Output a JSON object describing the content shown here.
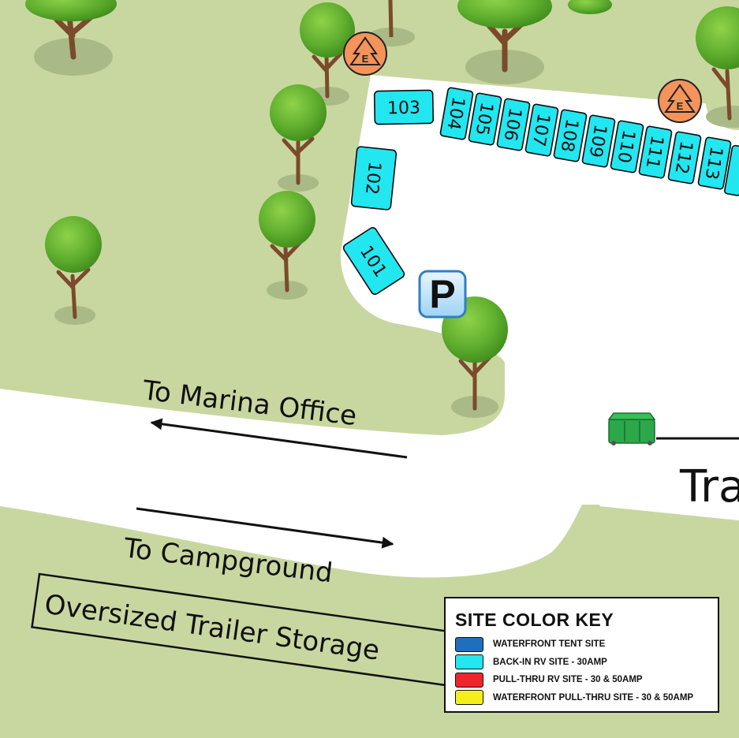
{
  "map": {
    "sites": [
      {
        "label": "101"
      },
      {
        "label": "102"
      },
      {
        "label": "103"
      },
      {
        "label": "104"
      },
      {
        "label": "105"
      },
      {
        "label": "106"
      },
      {
        "label": "107"
      },
      {
        "label": "108"
      },
      {
        "label": "109"
      },
      {
        "label": "110"
      },
      {
        "label": "111"
      },
      {
        "label": "112"
      },
      {
        "label": "113"
      }
    ],
    "parking_label": "P",
    "electric_label": "E",
    "directions": {
      "marina": "To Marina Office",
      "campground": "To Campground"
    },
    "storage_label": "Oversized Trailer Storage",
    "partial_label": "Tra"
  },
  "legend": {
    "title": "SITE COLOR KEY",
    "items": [
      {
        "label": "WATERFRONT TENT SITE",
        "color": "#1f6fbd"
      },
      {
        "label": "BACK-IN RV SITE - 30AMP",
        "color": "#22e6f0"
      },
      {
        "label": "PULL-THRU RV SITE - 30 & 50AMP",
        "color": "#f0252b"
      },
      {
        "label": "WATERFRONT PULL-THRU SITE - 30 & 50AMP",
        "color": "#f6ee1c"
      }
    ]
  },
  "colors": {
    "grass": "#c8d7a0",
    "road": "#ffffff",
    "back_in_site": "#22e6f0",
    "electric_marker": "#f4935a",
    "dumpster": "#2aa84a"
  }
}
